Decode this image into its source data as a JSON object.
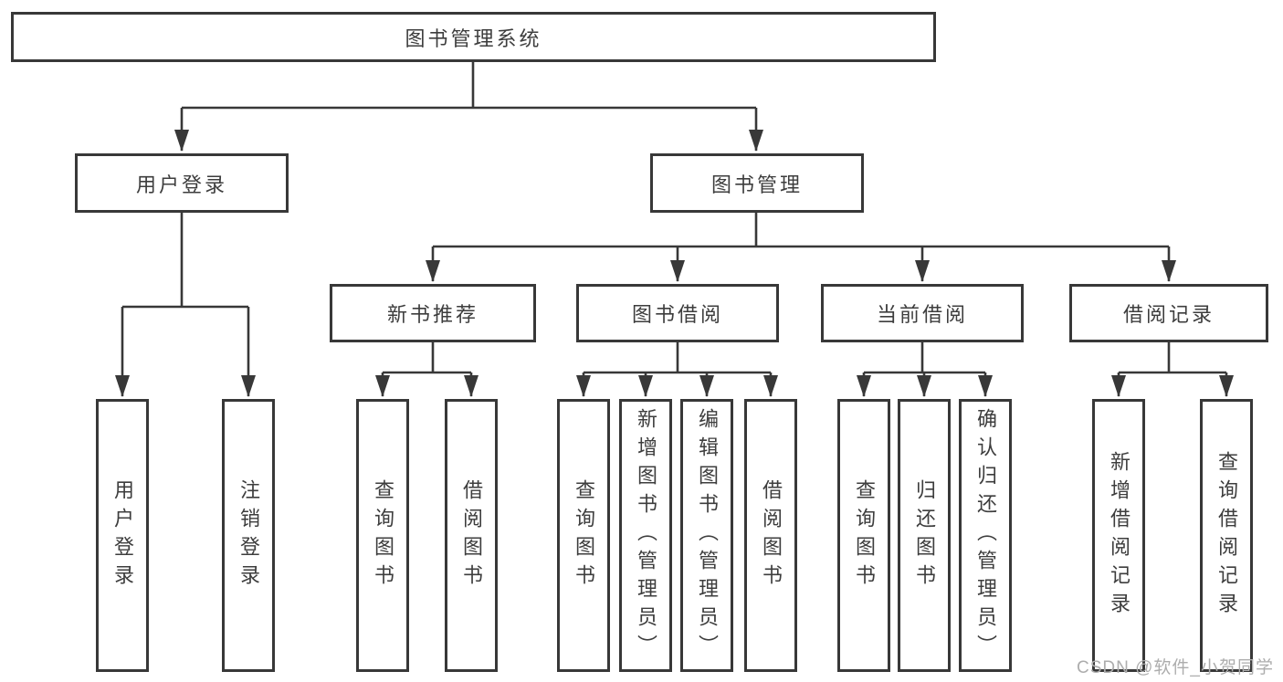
{
  "colors": {
    "line": "#383838",
    "text": "#3d3d3d",
    "background": "#ffffff",
    "watermark": "#adadad"
  },
  "watermark": {
    "text": "CSDN @软件_小贺同学"
  },
  "tree": {
    "root": {
      "label": "图书管理系统"
    },
    "branches": [
      {
        "label": "用户登录",
        "children": [
          {
            "label": "用户登录"
          },
          {
            "label": "注销登录"
          }
        ]
      },
      {
        "label": "图书管理",
        "children": [
          {
            "label": "新书推荐",
            "children": [
              {
                "label": "查询图书"
              },
              {
                "label": "借阅图书"
              }
            ]
          },
          {
            "label": "图书借阅",
            "children": [
              {
                "label": "查询图书"
              },
              {
                "label": "新增图书（管理员）"
              },
              {
                "label": "编辑图书（管理员）"
              },
              {
                "label": "借阅图书"
              }
            ]
          },
          {
            "label": "当前借阅",
            "children": [
              {
                "label": "查询图书"
              },
              {
                "label": "归还图书"
              },
              {
                "label": "确认归还（管理员）"
              }
            ]
          },
          {
            "label": "借阅记录",
            "children": [
              {
                "label": "新增借阅记录"
              },
              {
                "label": "查询借阅记录"
              }
            ]
          }
        ]
      }
    ]
  }
}
